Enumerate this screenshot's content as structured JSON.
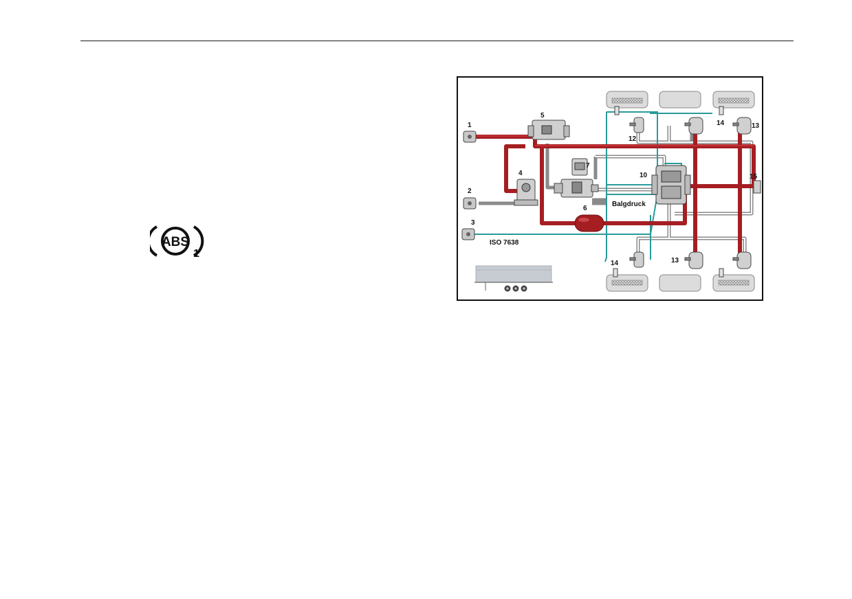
{
  "abs_warning": {
    "icon": "abs-warning-lamp-icon",
    "text": "ABS",
    "index": "1"
  },
  "diagram": {
    "labels": {
      "n1": "1",
      "n2": "2",
      "n3": "3",
      "n4": "4",
      "n5": "5",
      "n6": "6",
      "n7": "7",
      "n10": "10",
      "n12": "12",
      "n13_top": "13",
      "n13_bottom": "13",
      "n14_top": "14",
      "n14_bottom": "14",
      "n15": "15",
      "balgdruck": "Balgdruck",
      "iso": "ISO 7638"
    },
    "colors": {
      "brake_line": "#a51e22",
      "pneumatic_line": "#8a8a8a",
      "electric_line": "#2a9a9a",
      "component_fill": "#d0d0d0",
      "tyre_fill": "#dcdcdc"
    }
  }
}
